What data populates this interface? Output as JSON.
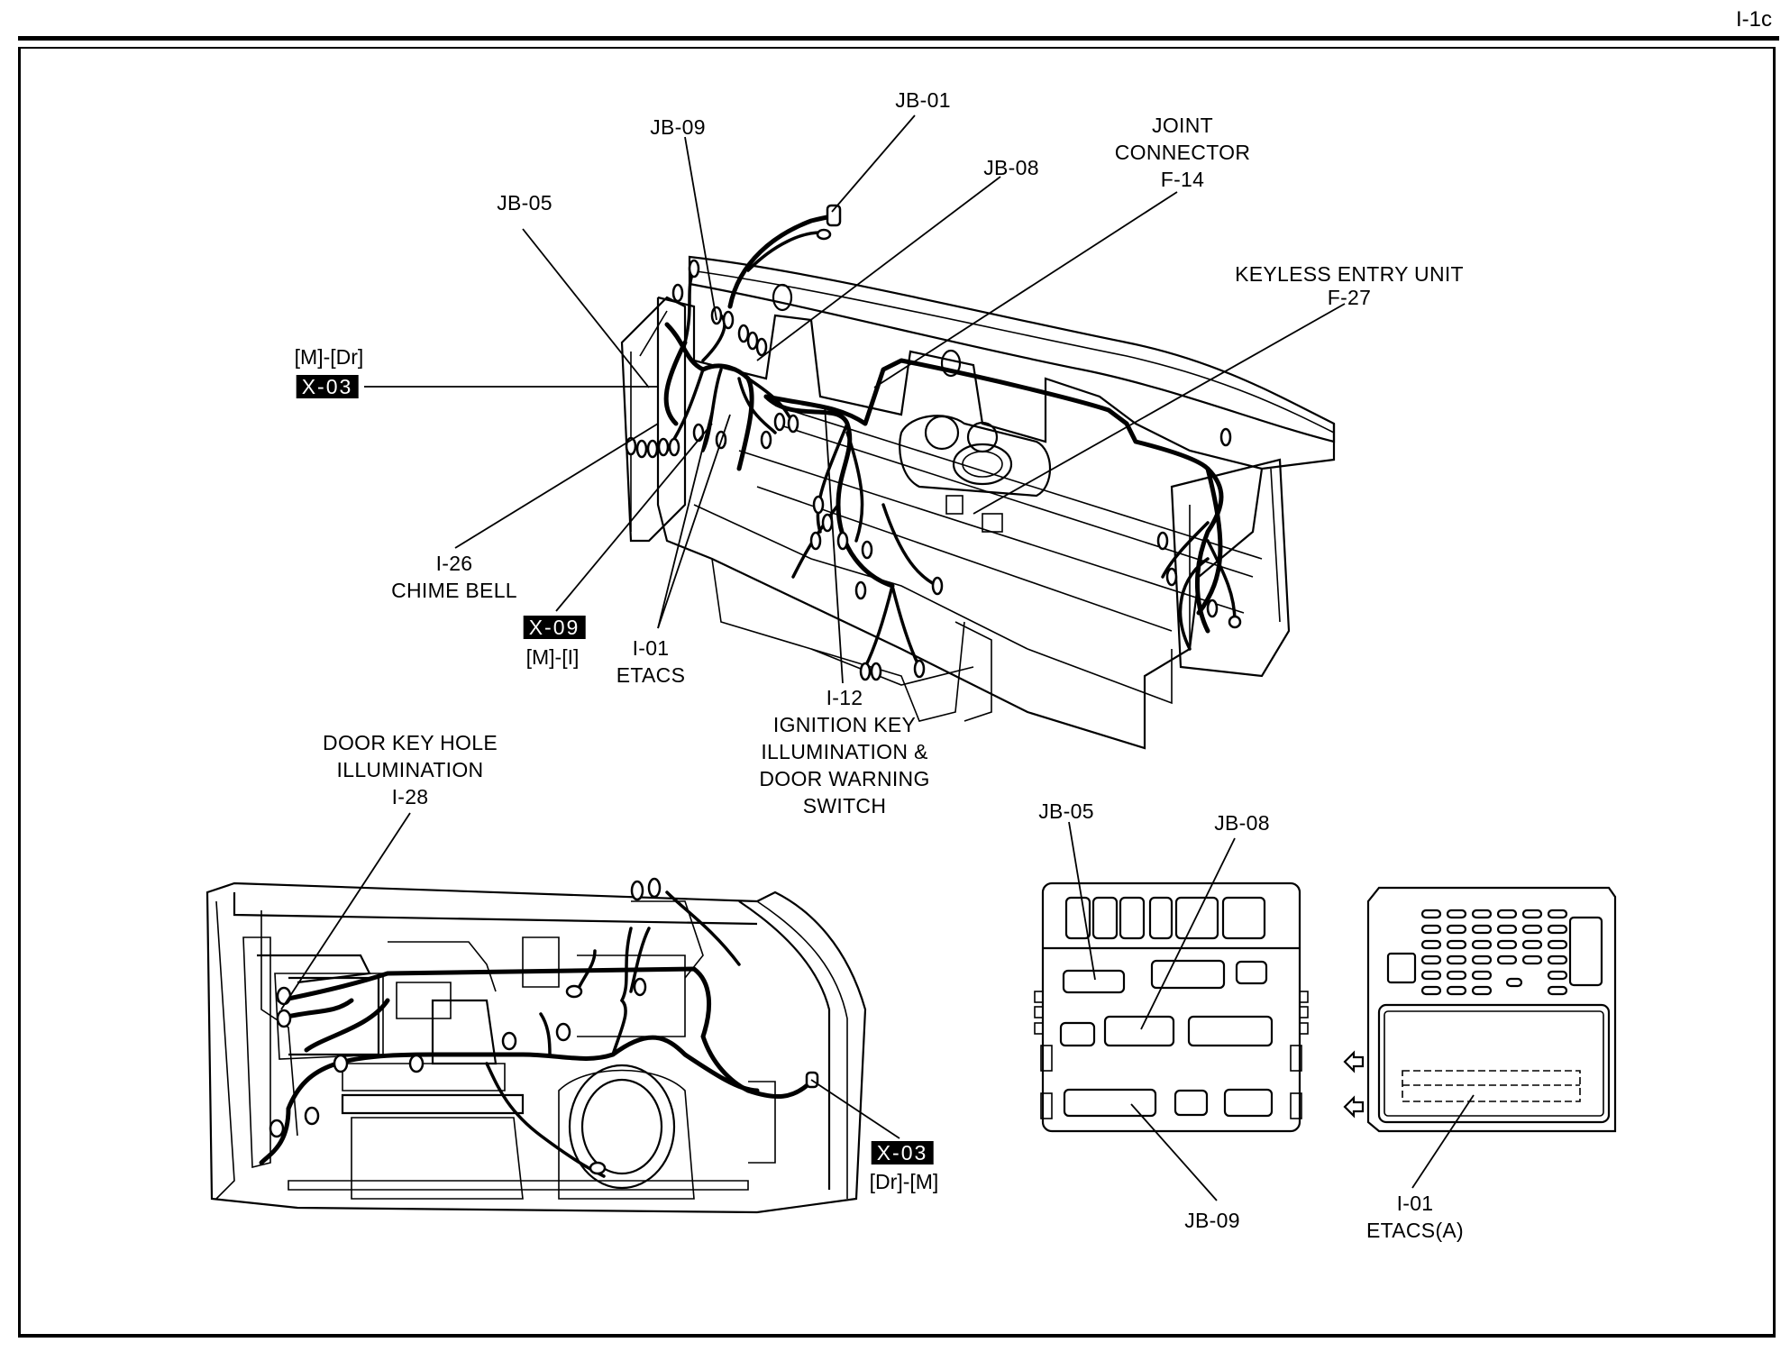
{
  "page": {
    "page_id": "I-1c"
  },
  "dashboard_labels": {
    "jb01": "JB-01",
    "jb09": "JB-09",
    "jb08": "JB-08",
    "jb05": "JB-05",
    "joint_connector": [
      "JOINT",
      "CONNECTOR",
      "F-14"
    ],
    "keyless_entry": [
      "KEYLESS ENTRY UNIT",
      "F-27"
    ],
    "x03_top": {
      "direction": "[M]-[Dr]",
      "tag": "X-03"
    },
    "chime_bell": [
      "I-26",
      "CHIME BELL"
    ],
    "x09": {
      "tag": "X-09",
      "direction": "[M]-[I]"
    },
    "etacs": [
      "I-01",
      "ETACS"
    ],
    "ignition_key": [
      "I-12",
      "IGNITION KEY",
      "ILLUMINATION &",
      "DOOR WARNING",
      "SWITCH"
    ]
  },
  "door_labels": {
    "door_key_hole": [
      "DOOR KEY HOLE",
      "ILLUMINATION",
      "I-28"
    ],
    "x03_bottom": {
      "tag": "X-03",
      "direction": "[Dr]-[M]"
    }
  },
  "junction_box_labels": {
    "jb05": "JB-05",
    "jb08": "JB-08",
    "jb09": "JB-09",
    "etacs_a": [
      "I-01",
      "ETACS(A)"
    ]
  }
}
